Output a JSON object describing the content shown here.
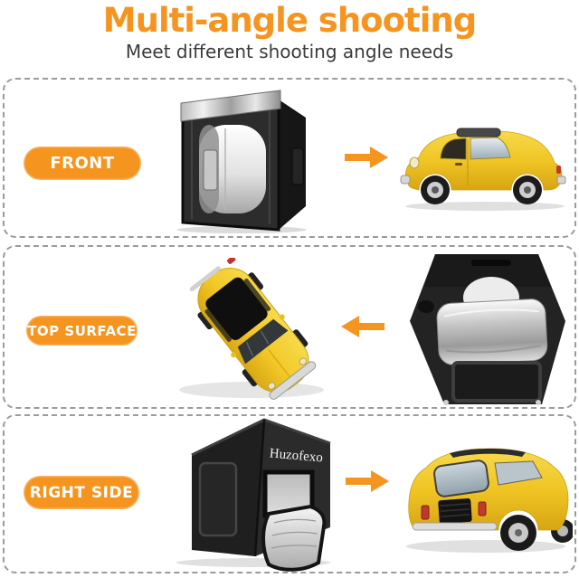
{
  "header": {
    "title": "Multi-angle shooting",
    "subtitle": "Meet different shooting angle needs"
  },
  "colors": {
    "accent_orange": "#F5941F",
    "subtitle_text": "#3B3B3B",
    "dashed_border": "#9B9B9B",
    "background": "#FFFFFF",
    "car_yellow": "#F0C724",
    "lightbox_black": "#232323",
    "silver_reflector": "#C9C9C9"
  },
  "lightbox": {
    "brand": "Huzofexo"
  },
  "sections": [
    {
      "label": "FRONT",
      "arrow": "arrow-right-icon",
      "left_image": "lightbox-front-view-photo",
      "right_image": "toy-car-side-view-photo"
    },
    {
      "label": "TOP SURFACE",
      "arrow": "arrow-left-icon",
      "left_image": "toy-car-top-view-photo",
      "right_image": "lightbox-top-view-photo"
    },
    {
      "label": "RIGHT SIDE",
      "arrow": "arrow-right-icon",
      "left_image": "lightbox-right-side-view-photo",
      "right_image": "toy-car-rear-view-photo"
    }
  ]
}
